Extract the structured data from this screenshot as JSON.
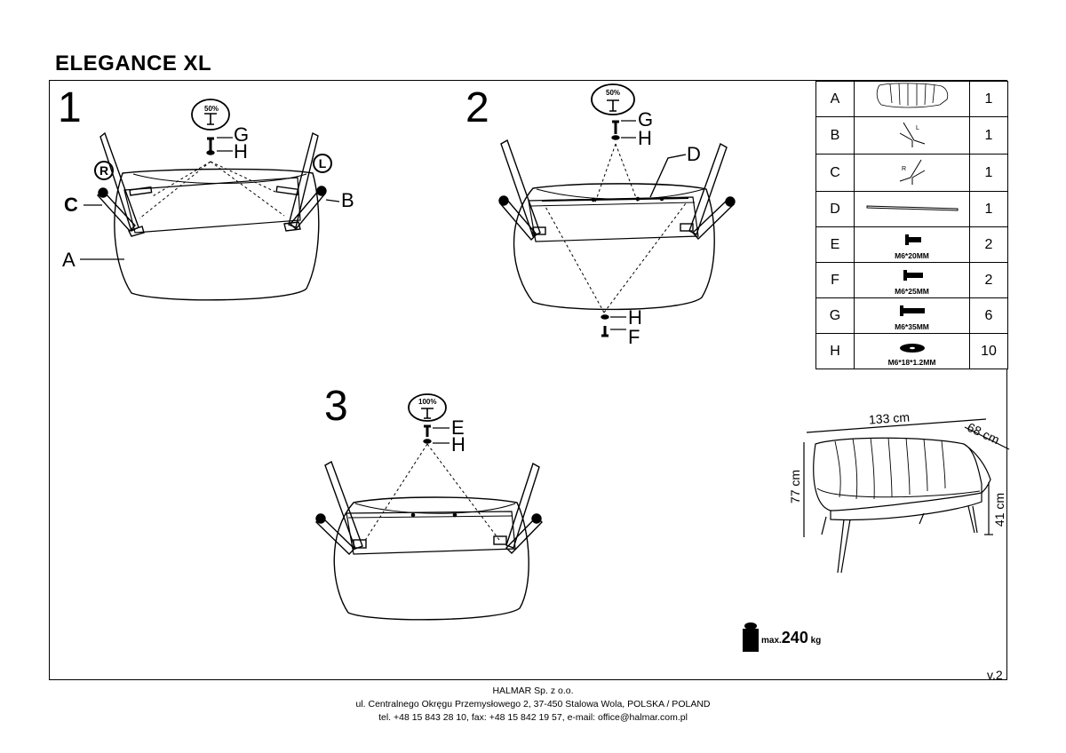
{
  "title": "ELEGANCE XL",
  "steps": {
    "s1": {
      "number": "1",
      "pct": "50%",
      "labels": {
        "g": "G",
        "h": "H",
        "r": "R",
        "l": "L",
        "c": "C",
        "b": "B",
        "a": "A"
      }
    },
    "s2": {
      "number": "2",
      "pct": "50%",
      "labels": {
        "g": "G",
        "h_top": "H",
        "d": "D",
        "h_bottom": "H",
        "f": "F"
      }
    },
    "s3": {
      "number": "3",
      "pct": "100%",
      "labels": {
        "e": "E",
        "h": "H"
      }
    }
  },
  "parts": [
    {
      "letter": "A",
      "spec": "",
      "qty": "1",
      "icon": "sofa-seat-icon"
    },
    {
      "letter": "B",
      "spec": "",
      "qty": "1",
      "icon": "leg-left-icon"
    },
    {
      "letter": "C",
      "spec": "",
      "qty": "1",
      "icon": "leg-right-icon"
    },
    {
      "letter": "D",
      "spec": "",
      "qty": "1",
      "icon": "rail-icon"
    },
    {
      "letter": "E",
      "spec": "M6*20MM",
      "qty": "2",
      "icon": "bolt-icon"
    },
    {
      "letter": "F",
      "spec": "M6*25MM",
      "qty": "2",
      "icon": "bolt-icon"
    },
    {
      "letter": "G",
      "spec": "M6*35MM",
      "qty": "6",
      "icon": "bolt-icon"
    },
    {
      "letter": "H",
      "spec": "M6*18*1.2MM",
      "qty": "10",
      "icon": "washer-icon"
    }
  ],
  "mini_labels": {
    "b_l": "L",
    "c_r": "R"
  },
  "dimensions": {
    "width": "133 cm",
    "depth": "68 cm",
    "height": "77 cm",
    "seat_height": "41 cm"
  },
  "max_load": {
    "prefix": "max.",
    "value": "240",
    "unit": "kg"
  },
  "version": "v.2",
  "footer": {
    "company": "HALMAR Sp. z o.o.",
    "address": "ul. Centralnego Okręgu Przemysłowego 2, 37-450 Stalowa Wola, POLSKA / POLAND",
    "contact": "tel. +48 15 843 28 10, fax: +48 15 842 19 57, e-mail: office@halmar.com.pl"
  }
}
